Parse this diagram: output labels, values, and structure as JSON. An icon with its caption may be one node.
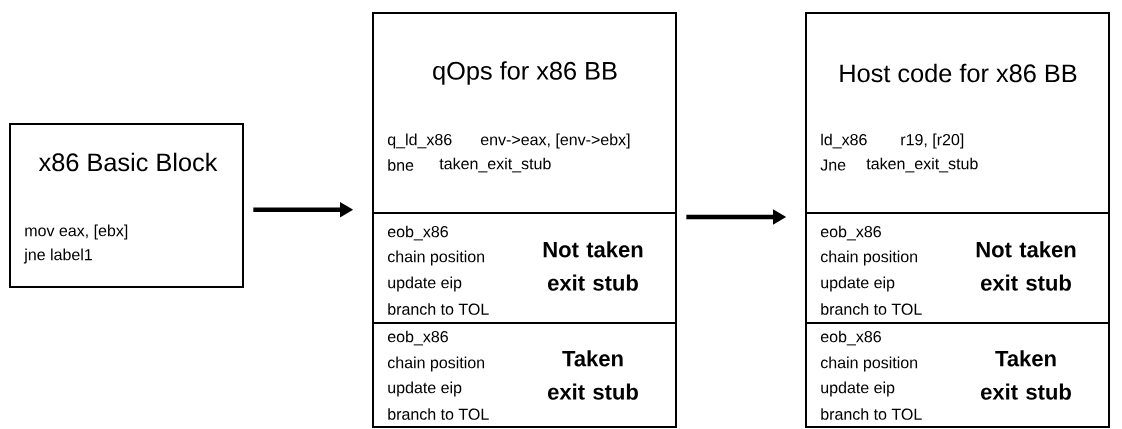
{
  "diagram": {
    "nodes": [
      {
        "text": [
          "x86 Basic Block",
          "mov eax, [ebx]",
          "jne label1"
        ]
      },
      {
        "text": [],
        "shape": "box"
      },
      {
        "text": [
          "qOps for x86 BB",
          "q_ld_x86",
          "env->eax, [env->ebx]",
          "bne",
          "taken_exit_stub"
        ],
        "in": 1
      },
      {
        "text": [
          "eob_x86",
          "chain position",
          "update eip",
          "branch to TOL",
          "Not taken exit stub"
        ],
        "in": 1
      },
      {
        "text": [
          "eob_x86",
          "chain position",
          "update eip",
          "branch to TOL",
          "Taken exit stub"
        ],
        "in": 1
      },
      {
        "text": [],
        "shape": "box"
      },
      {
        "text": [
          "Host code for x86 BB",
          "ld_x86",
          "r19, [r20]",
          "Jne",
          "taken_exit_stub"
        ],
        "in": 5
      },
      {
        "text": [
          "eob_x86",
          "chain position",
          "update eip",
          "branch to TOL",
          "Not taken exit stub"
        ],
        "in": 5
      },
      {
        "text": [
          "eob_x86",
          "chain position",
          "update eip",
          "branch to TOL",
          "Taken exit stub"
        ],
        "in": 5
      }
    ],
    "edges": [
      {
        "from": 0,
        "to": 1,
        "arrow": "to"
      },
      {
        "from": 1,
        "to": 5,
        "arrow": "to"
      }
    ]
  }
}
